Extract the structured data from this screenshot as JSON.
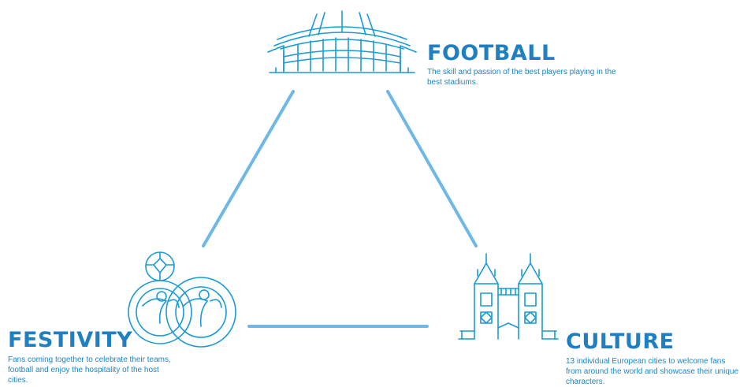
{
  "colors": {
    "heading": "#1f7fc1",
    "line": "#6fb8e6",
    "icon": "#1a9ad6",
    "text": "#1a87c8"
  },
  "nodes": {
    "football": {
      "icon": "stadium-icon",
      "title": "FOOTBALL",
      "description": "The skill and passion of the best players playing in the best stadiums."
    },
    "festivity": {
      "icon": "fans-celebrating-icon",
      "title": "FESTIVITY",
      "description": "Fans coming together to celebrate their teams, football and enjoy the hospitality of the host cities."
    },
    "culture": {
      "icon": "tower-bridge-icon",
      "title": "CULTURE",
      "description": "13 individual European cities to welcome fans from around the world and showcase their unique characters."
    }
  }
}
